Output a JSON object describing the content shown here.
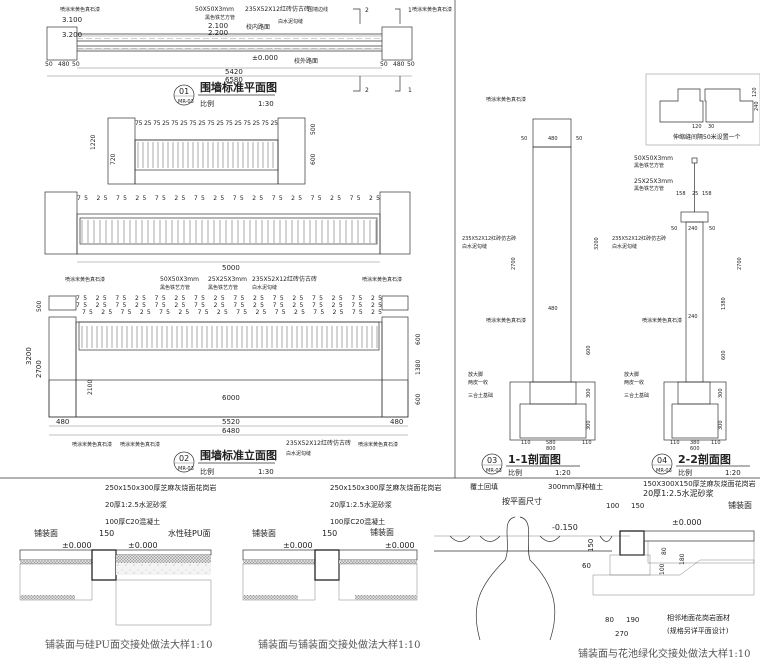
{
  "plan": {
    "title": "围墙标准平面图",
    "number": "01",
    "sheet": "MR-03",
    "scale_label": "比例",
    "scale": "1:30",
    "labels": [
      "喷涂米黄色真石漆",
      "50X50X3mm",
      "黑色铁艺方管",
      "235X52X12红砖仿古砖",
      "白水泥勾缝",
      "围墙边线",
      "校内路面",
      "校外路面",
      "喷涂米黄色真石漆"
    ],
    "levels": [
      "3.100",
      "3.200",
      "2.100",
      "2.200",
      "±0.000"
    ],
    "dims": [
      "50",
      "480",
      "50",
      "5420",
      "6580",
      "50",
      "480",
      "50"
    ],
    "section_marks": [
      "2",
      "2",
      "1",
      "1"
    ]
  },
  "elevation": {
    "title": "围墙标准立面图",
    "number": "02",
    "sheet": "MR-03",
    "scale_label": "比例",
    "scale": "1:30",
    "cap_pattern": "75 25 75 25 75 25 75 25 75 25 75 25 75 25 75 25",
    "labels": [
      "喷涂米黄色真石漆",
      "50X50X3mm",
      "黑色铁艺方管",
      "25X25X3mm",
      "黑色铁艺方管",
      "235X52X12红砖仿古砖",
      "白水泥勾缝",
      "喷涂米黄色真石漆",
      "喷涂米黄色真石漆",
      "喷涂米黄色真石漆",
      "235X52X12红砖仿古砖",
      "白水泥勾缝",
      "喷涂米黄色真石漆"
    ],
    "dims": [
      "5000",
      "6000",
      "5520",
      "6480",
      "480",
      "480",
      "3200",
      "2700",
      "500",
      "1220",
      "720",
      "600",
      "1380",
      "600",
      "2100"
    ]
  },
  "section11": {
    "title": "1-1剖面图",
    "number": "03",
    "sheet": "MR-03",
    "scale_label": "比例",
    "scale": "1:20",
    "labels": [
      "喷涂米黄色真石漆",
      "235X52X12红砖仿古砖",
      "白水泥勾缝",
      "喷涂米黄色真石漆",
      "放大脚",
      "两皮一收",
      "三合土基础"
    ],
    "dims": [
      "480",
      "480",
      "50",
      "50",
      "2700",
      "3200",
      "600",
      "300",
      "300",
      "110",
      "580",
      "110",
      "800"
    ]
  },
  "section22": {
    "title": "2-2剖面图",
    "number": "04",
    "sheet": "MR-03",
    "scale_label": "比例",
    "scale": "1:20",
    "labels": [
      "50X50X3mm",
      "黑色铁艺方管",
      "25X25X3mm",
      "黑色铁艺方管",
      "235X52X12红砖仿古砖",
      "白水泥勾缝",
      "喷涂米黄色真石漆",
      "放大脚",
      "两皮一收",
      "三合土基础"
    ],
    "dims": [
      "158",
      "25",
      "158",
      "50",
      "240",
      "50",
      "240",
      "2700",
      "1380",
      "600",
      "300",
      "300",
      "110",
      "380",
      "110",
      "600"
    ]
  },
  "joint": {
    "note": "伸缩缝间隔50米设置一个",
    "dims": [
      "120",
      "30",
      "240",
      "120"
    ]
  },
  "detail_pu": {
    "caption": "铺装面与硅PU面交接处做法大样1:10",
    "layers": [
      "250x150x300厚芝麻灰烧面花岗岩",
      "20厚1:2.5水泥砂浆",
      "100厚C20混凝土"
    ],
    "labels": [
      "铺装面",
      "±0.000",
      "150",
      "±0.000",
      "水性硅PU面"
    ]
  },
  "detail_paving": {
    "caption": "铺装面与铺装面交接处做法大样1:10",
    "layers": [
      "250x150x300厚芝麻灰烧面花岗岩",
      "20厚1:2.5水泥砂浆",
      "100厚C20混凝土"
    ],
    "labels": [
      "铺装面",
      "±0.000",
      "150",
      "铺装面",
      "±0.000"
    ]
  },
  "detail_planter": {
    "caption": "铺装面与花池绿化交接处做法大样1:10",
    "labels": [
      "覆土回填",
      "300mm厚种植土",
      "按平面尺寸",
      "-0.150",
      "150X300X150厚芝麻灰烧面花岗岩",
      "20厚1:2.5水泥砂浆",
      "铺装面",
      "±0.000",
      "相邻地面花岗岩面材",
      "(规格另详平面设计)"
    ],
    "dims": [
      "100",
      "150",
      "150",
      "60",
      "80",
      "100",
      "180",
      "80",
      "190",
      "270"
    ]
  }
}
